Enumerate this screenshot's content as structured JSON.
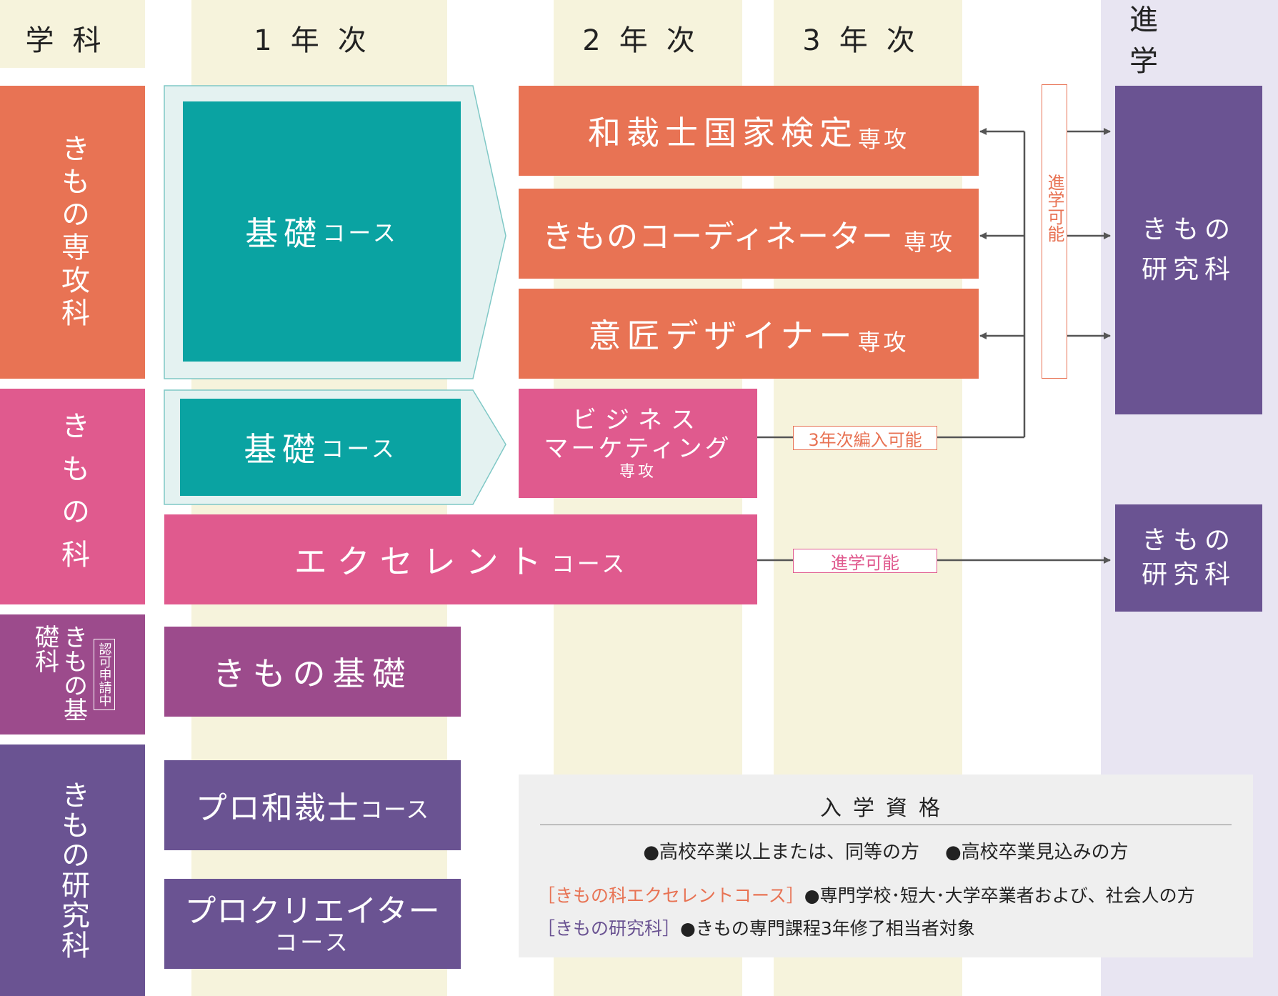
{
  "headers": {
    "department": "学科",
    "year1": "1年次",
    "year2": "2年次",
    "year3": "3年次",
    "advance": "進学"
  },
  "departments": {
    "kimono_major": "きもの専攻科",
    "kimono": "きもの科",
    "kimono_basic": "きもの基礎科",
    "kimono_basic_note": "認可申請中",
    "kimono_research": "きもの研究科"
  },
  "courses": {
    "kiso_1": {
      "main": "基礎",
      "sub": "コース"
    },
    "kiso_2": {
      "main": "基礎",
      "sub": "コース"
    },
    "wasaishi": {
      "main": "和裁士国家検定",
      "sub": "専攻"
    },
    "coordinator": {
      "main": "きものコーディネーター",
      "sub": "専攻"
    },
    "ishou": {
      "main": "意匠デザイナー",
      "sub": "専攻"
    },
    "business": {
      "line1": "ビジネス",
      "line2": "マーケティング",
      "sub": "専攻"
    },
    "excellent": {
      "main": "エクセレント",
      "sub": "コース"
    },
    "kimono_kiso": {
      "main": "きもの基礎"
    },
    "pro_wasaishi": {
      "main": "プロ和裁士",
      "sub": "コース"
    },
    "pro_creator": {
      "main": "プロクリエイター",
      "sub": "コース"
    }
  },
  "labels": {
    "vertical_advance": "進学可能",
    "transfer_year3": "3年次編入可能",
    "advance_possible": "進学可能"
  },
  "destinations": {
    "research_1": {
      "line1": "きもの",
      "line2": "研究科"
    },
    "research_2": {
      "line1": "きもの",
      "line2": "研究科"
    }
  },
  "admission": {
    "title": "入学資格",
    "item1": "●高校卒業以上または、同等の方",
    "item2": "●高校卒業見込みの方",
    "excellent_tag": "［きもの科エクセレントコース］",
    "excellent_text": "●専門学校･短大･大学卒業者および、社会人の方",
    "research_tag": "［きもの研究科］",
    "research_text": "●きもの専門課程3年修了相当者対象"
  },
  "colors": {
    "stripe_year": "#f6f3dc",
    "stripe_advance": "#e8e5f2",
    "orange": "#e87354",
    "pink": "#e05a8e",
    "plum": "#9c4b8c",
    "purple": "#6a5392",
    "teal": "#0aa3a2",
    "teal_frame": "#e4f2f1",
    "admission_bg": "#efefef"
  }
}
